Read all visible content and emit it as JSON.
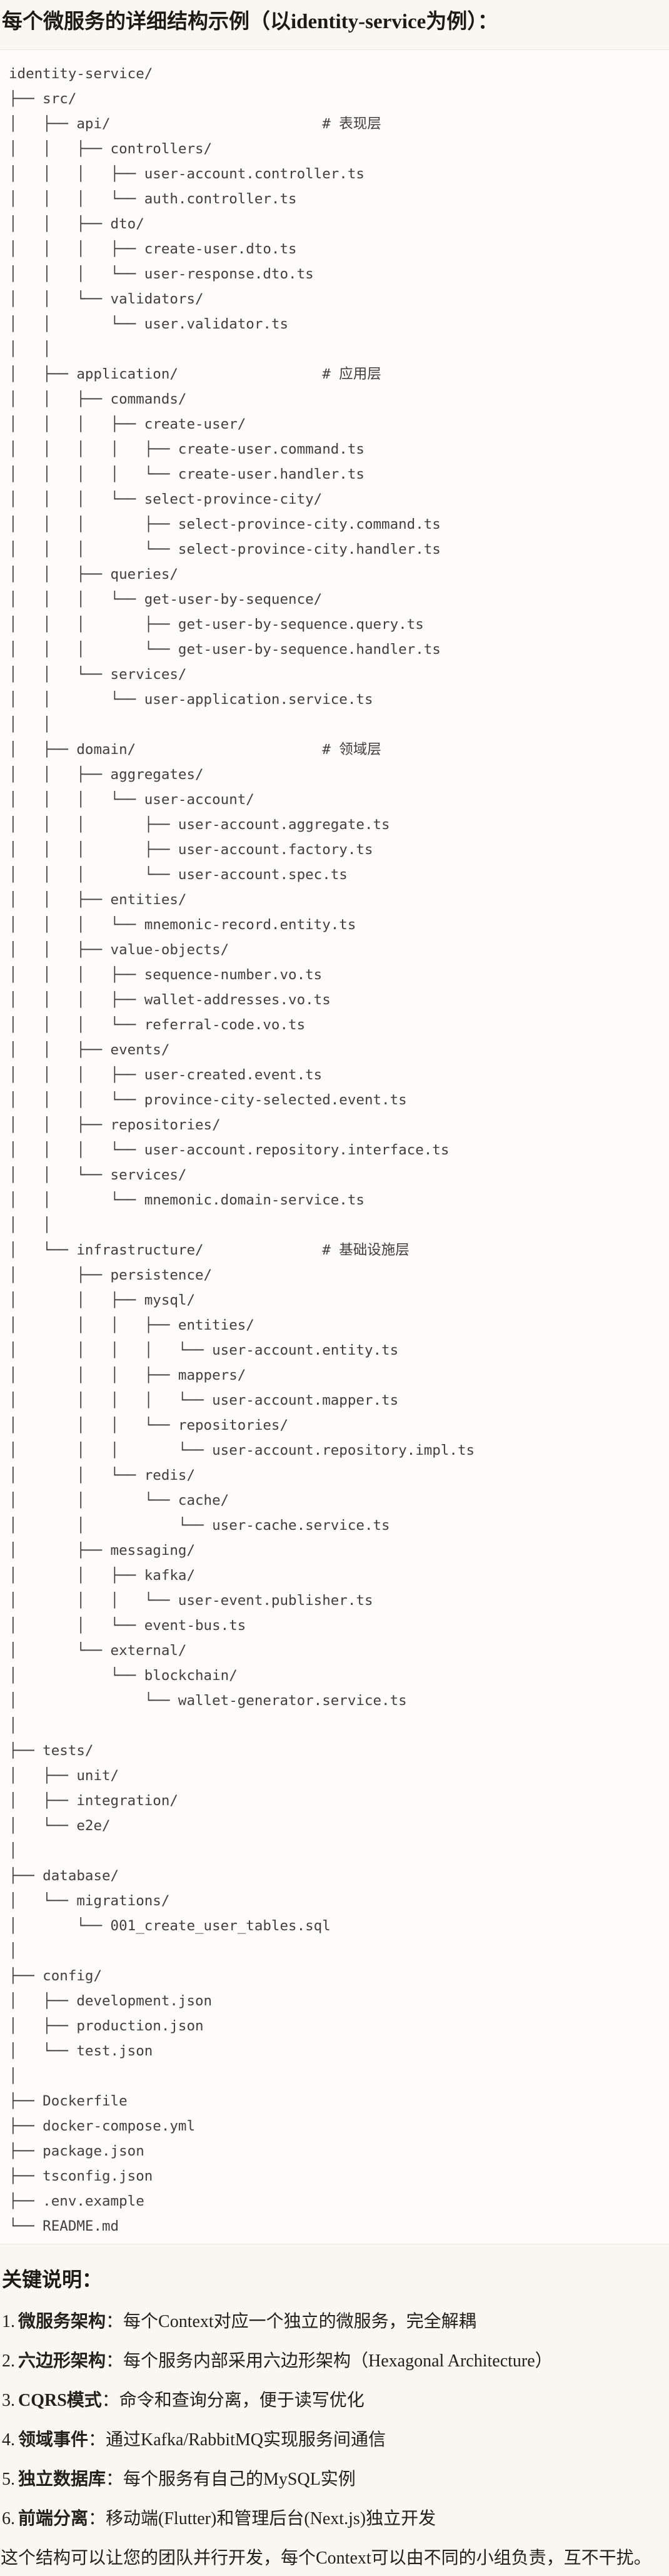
{
  "page": {
    "title": "每个微服务的详细结构示例（以identity-service为例）："
  },
  "colors": {
    "page_bg": "#f9f7f1",
    "code_bg": "#fdfcf8",
    "border": "#e8e5dc",
    "code_text": "#403f3b",
    "heading_text": "#1c1a14",
    "body_text": "#22201a"
  },
  "code_block": {
    "language": "plaintext",
    "layer_comments": [
      "# 表现层",
      "# 应用层",
      "# 领域层",
      "# 基础设施层"
    ],
    "lines": [
      "identity-service/",
      "├── src/",
      "│   ├── api/                         # 表现层",
      "│   │   ├── controllers/",
      "│   │   │   ├── user-account.controller.ts",
      "│   │   │   └── auth.controller.ts",
      "│   │   ├── dto/",
      "│   │   │   ├── create-user.dto.ts",
      "│   │   │   └── user-response.dto.ts",
      "│   │   └── validators/",
      "│   │       └── user.validator.ts",
      "│   │",
      "│   ├── application/                 # 应用层",
      "│   │   ├── commands/",
      "│   │   │   ├── create-user/",
      "│   │   │   │   ├── create-user.command.ts",
      "│   │   │   │   └── create-user.handler.ts",
      "│   │   │   └── select-province-city/",
      "│   │   │       ├── select-province-city.command.ts",
      "│   │   │       └── select-province-city.handler.ts",
      "│   │   ├── queries/",
      "│   │   │   └── get-user-by-sequence/",
      "│   │   │       ├── get-user-by-sequence.query.ts",
      "│   │   │       └── get-user-by-sequence.handler.ts",
      "│   │   └── services/",
      "│   │       └── user-application.service.ts",
      "│   │",
      "│   ├── domain/                      # 领域层",
      "│   │   ├── aggregates/",
      "│   │   │   └── user-account/",
      "│   │   │       ├── user-account.aggregate.ts",
      "│   │   │       ├── user-account.factory.ts",
      "│   │   │       └── user-account.spec.ts",
      "│   │   ├── entities/",
      "│   │   │   └── mnemonic-record.entity.ts",
      "│   │   ├── value-objects/",
      "│   │   │   ├── sequence-number.vo.ts",
      "│   │   │   ├── wallet-addresses.vo.ts",
      "│   │   │   └── referral-code.vo.ts",
      "│   │   ├── events/",
      "│   │   │   ├── user-created.event.ts",
      "│   │   │   └── province-city-selected.event.ts",
      "│   │   ├── repositories/",
      "│   │   │   └── user-account.repository.interface.ts",
      "│   │   └── services/",
      "│   │       └── mnemonic.domain-service.ts",
      "│   │",
      "│   └── infrastructure/              # 基础设施层",
      "│       ├── persistence/",
      "│       │   ├── mysql/",
      "│       │   │   ├── entities/",
      "│       │   │   │   └── user-account.entity.ts",
      "│       │   │   ├── mappers/",
      "│       │   │   │   └── user-account.mapper.ts",
      "│       │   │   └── repositories/",
      "│       │   │       └── user-account.repository.impl.ts",
      "│       │   └── redis/",
      "│       │       └── cache/",
      "│       │           └── user-cache.service.ts",
      "│       ├── messaging/",
      "│       │   ├── kafka/",
      "│       │   │   └── user-event.publisher.ts",
      "│       │   └── event-bus.ts",
      "│       └── external/",
      "│           └── blockchain/",
      "│               └── wallet-generator.service.ts",
      "│",
      "├── tests/",
      "│   ├── unit/",
      "│   ├── integration/",
      "│   └── e2e/",
      "│",
      "├── database/",
      "│   └── migrations/",
      "│       └── 001_create_user_tables.sql",
      "│",
      "├── config/",
      "│   ├── development.json",
      "│   ├── production.json",
      "│   └── test.json",
      "│",
      "├── Dockerfile",
      "├── docker-compose.yml",
      "├── package.json",
      "├── tsconfig.json",
      "├── .env.example",
      "└── README.md"
    ]
  },
  "notes": {
    "heading": "关键说明：",
    "items": [
      {
        "num": "1.",
        "term": "微服务架构",
        "desc": "：每个Context对应一个独立的微服务，完全解耦"
      },
      {
        "num": "2.",
        "term": "六边形架构",
        "desc": "：每个服务内部采用六边形架构（Hexagonal Architecture）"
      },
      {
        "num": "3.",
        "term": "CQRS模式",
        "desc": "：命令和查询分离，便于读写优化"
      },
      {
        "num": "4.",
        "term": "领域事件",
        "desc": "：通过Kafka/RabbitMQ实现服务间通信"
      },
      {
        "num": "5.",
        "term": "独立数据库",
        "desc": "：每个服务有自己的MySQL实例"
      },
      {
        "num": "6.",
        "term": "前端分离",
        "desc": "：移动端(Flutter)和管理后台(Next.js)独立开发"
      }
    ],
    "closing": "这个结构可以让您的团队并行开发，每个Context可以由不同的小组负责，互不干扰。"
  }
}
